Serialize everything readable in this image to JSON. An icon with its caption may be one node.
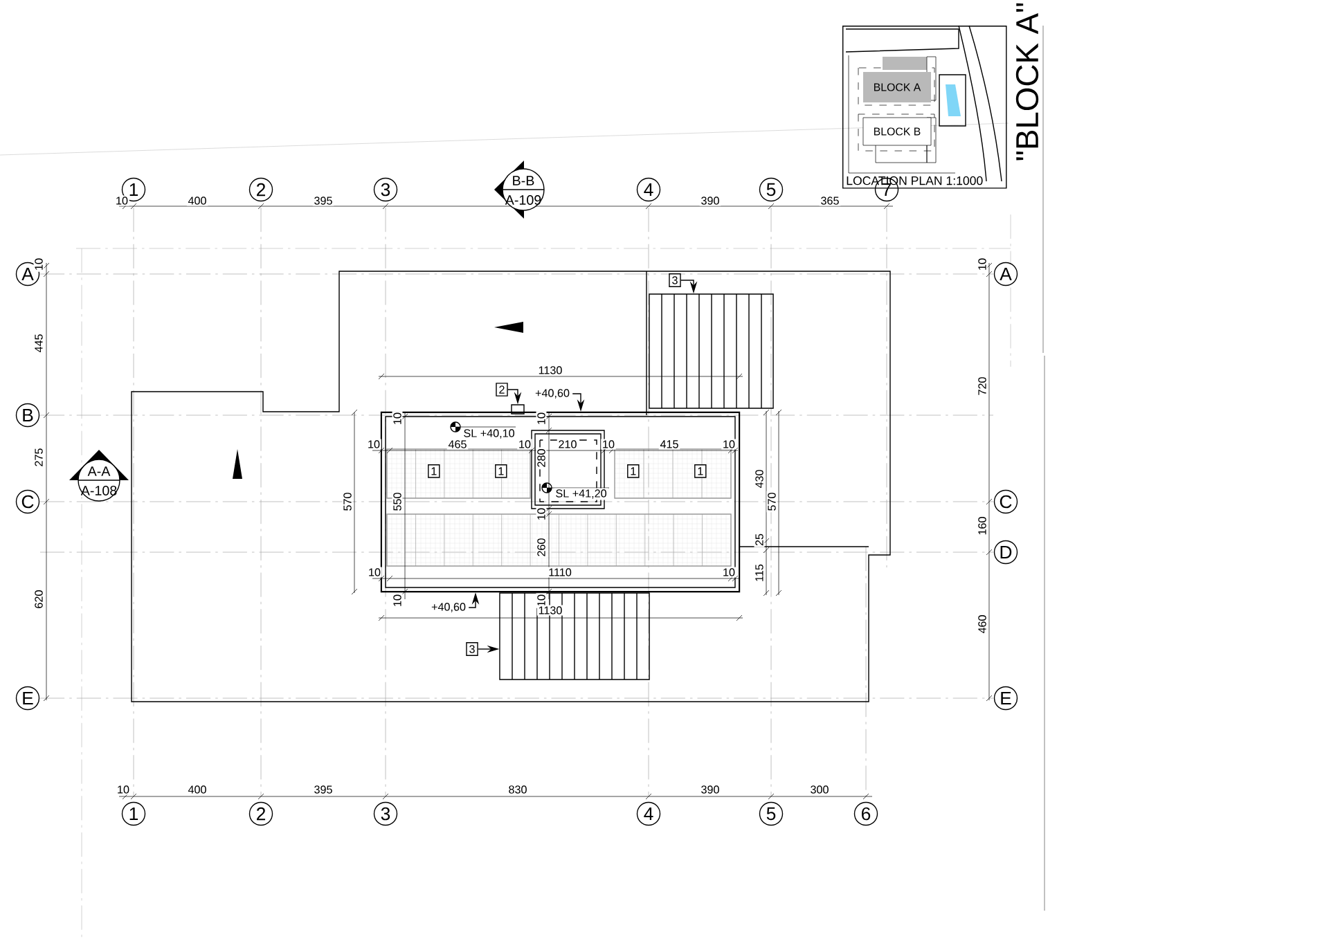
{
  "diagram": {
    "title": "\"BLOCK A\"",
    "nodes": [
      {
        "text": [
          "LOCATION PLAN 1:1000"
        ]
      },
      {
        "text": [
          "BLOCK A"
        ],
        "in": 0
      },
      {
        "text": [
          "BLOCK B"
        ],
        "in": 0
      },
      {
        "text": [
          "3"
        ]
      },
      {
        "text": [],
        "shape": "stairs"
      },
      {
        "text": [
          "2"
        ]
      },
      {
        "text": [
          "+40,60"
        ]
      },
      {
        "text": [],
        "shape": "box"
      },
      {
        "text": [],
        "shape": "box"
      },
      {
        "text": [
          "1"
        ],
        "in": 8
      },
      {
        "text": [
          "1"
        ],
        "in": 8
      },
      {
        "text": [
          "1"
        ],
        "in": 8
      },
      {
        "text": [
          "1"
        ],
        "in": 8
      },
      {
        "text": [],
        "shape": "stairs"
      },
      {
        "text": [
          "+40,60"
        ]
      },
      {
        "text": [
          "3"
        ]
      }
    ],
    "edges": [
      {
        "from": 3,
        "to": 4,
        "arrow": "to"
      },
      {
        "from": 5,
        "to": 7,
        "arrow": "to"
      },
      {
        "from": 6,
        "to": 8,
        "arrow": "to"
      },
      {
        "from": 14,
        "to": 8,
        "arrow": "to"
      },
      {
        "from": 15,
        "to": 13,
        "arrow": "to"
      }
    ],
    "labels": [
      "1",
      "2",
      "3",
      "B-B",
      "A-109",
      "4",
      "5",
      "7",
      "10",
      "400",
      "395",
      "390",
      "365",
      "A",
      "10",
      "A",
      "10",
      "445",
      "1130",
      "720",
      "B",
      "10",
      "SL +40,10",
      "10",
      "10",
      "465",
      "10",
      "210",
      "10",
      "415",
      "10",
      "275",
      "A-A",
      "280",
      "430",
      "C",
      "A-108",
      "570",
      "550",
      "10",
      "SL +41,20",
      "570",
      "C",
      "260",
      "25",
      "160",
      "D",
      "10",
      "1110",
      "10",
      "115",
      "620",
      "10",
      "10",
      "1130",
      "460",
      "E",
      "E",
      "10",
      "400",
      "395",
      "830",
      "390",
      "300",
      "1",
      "2",
      "3",
      "4",
      "5",
      "6"
    ]
  }
}
